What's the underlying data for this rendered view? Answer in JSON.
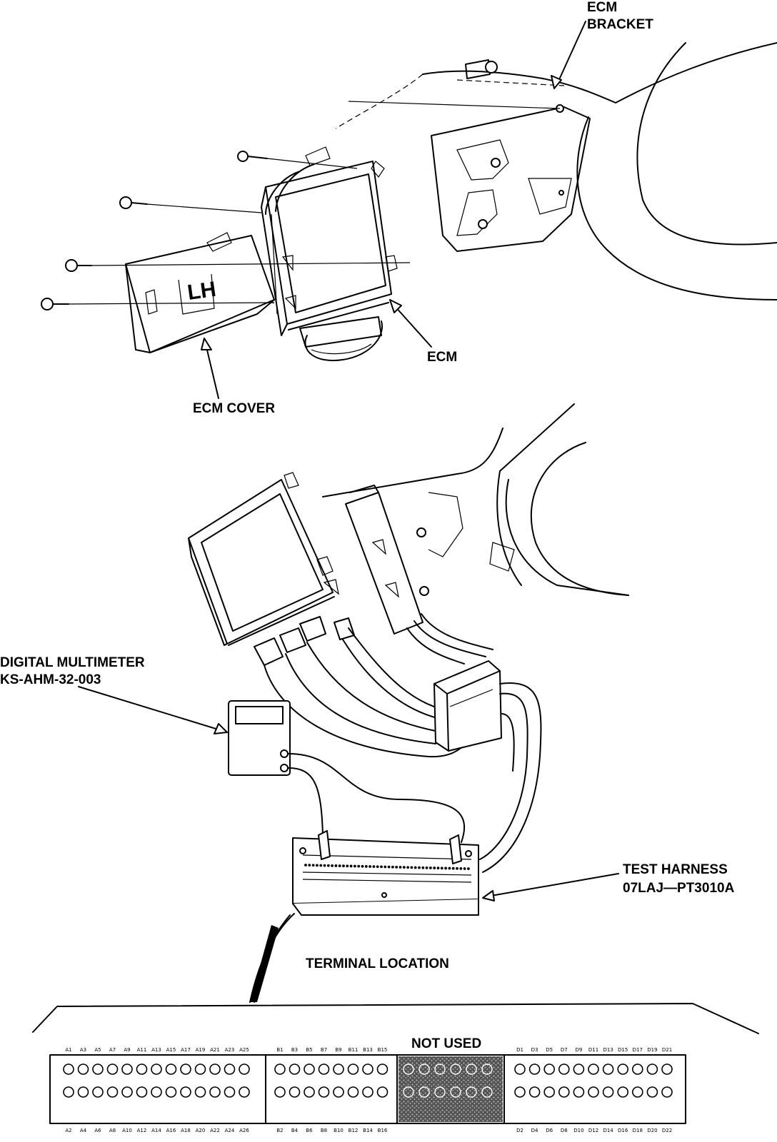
{
  "labels": {
    "ecm_bracket_1": "ECM",
    "ecm_bracket_2": "BRACKET",
    "ecm": "ECM",
    "ecm_cover": "ECM COVER",
    "cover_marking": "LH",
    "multimeter_1": "DIGITAL MULTIMETER",
    "multimeter_2": "KS-AHM-32-003",
    "test_harness_1": "TEST HARNESS",
    "test_harness_2": "07LAJ—PT3010A",
    "terminal_location": "TERMINAL LOCATION",
    "not_used": "NOT USED"
  },
  "terminals": {
    "a_top": [
      "A1",
      "A3",
      "A5",
      "A7",
      "A9",
      "A11",
      "A13",
      "A15",
      "A17",
      "A19",
      "A21",
      "A23",
      "A25"
    ],
    "a_bottom": [
      "A2",
      "A4",
      "A6",
      "A8",
      "A10",
      "A12",
      "A14",
      "A16",
      "A18",
      "A20",
      "A22",
      "A24",
      "A26"
    ],
    "b_top": [
      "B1",
      "B3",
      "B5",
      "B7",
      "B9",
      "B11",
      "B13",
      "B15"
    ],
    "b_bottom": [
      "B2",
      "B4",
      "B6",
      "B8",
      "B10",
      "B12",
      "B14",
      "B16"
    ],
    "d_top": [
      "D1",
      "D3",
      "D5",
      "D7",
      "D9",
      "D11",
      "D13",
      "D15",
      "D17",
      "D19",
      "D21"
    ],
    "d_bottom": [
      "D2",
      "D4",
      "D6",
      "D8",
      "D10",
      "D12",
      "D14",
      "D16",
      "D18",
      "D20",
      "D22"
    ]
  }
}
